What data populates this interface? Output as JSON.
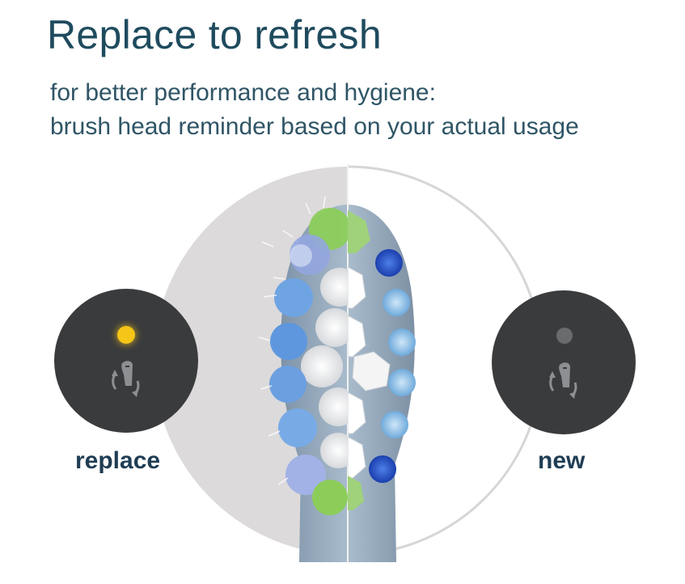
{
  "heading": "Replace to refresh",
  "subheading_line1": "for better performance and hygiene:",
  "subheading_line2": "brush head reminder based on your actual usage",
  "indicators": {
    "replace": {
      "label": "replace",
      "led": "on",
      "led_color": "#f5c517"
    },
    "new": {
      "label": "new",
      "led": "off",
      "led_color": "#6a6b6d"
    }
  },
  "colors": {
    "title": "#1f4b5e",
    "label": "#1f3d54",
    "indicator_bg": "#3a3b3d",
    "worn_side_bg": "#dcdadb",
    "brush_head": "#8ea3b8"
  },
  "icons": [
    "brush-head-cycle-icon"
  ]
}
